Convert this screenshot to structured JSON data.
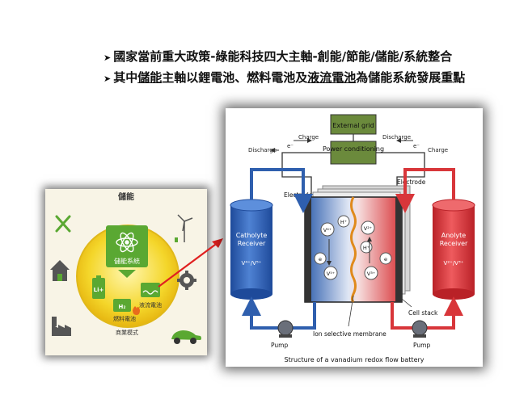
{
  "bullets": {
    "line1": "國家當前重大政策-綠能科技四大主軸-創能/節能/儲能/系統整合",
    "line2_pre": "其中",
    "line2_u1": "儲能",
    "line2_mid": "主軸以鋰電池、燃料電池及",
    "line2_u2": "液流電池",
    "line2_post": "為儲能系統發展重點"
  },
  "left": {
    "title": "儲能",
    "center_label": "儲能系統",
    "li_label": "Li+",
    "h2_label": "H₂",
    "fuel_cell_label": "燃料電池",
    "flow_cell_label": "液流電池",
    "business_label": "商業模式"
  },
  "right": {
    "external_grid": "External grid",
    "power_conditioning": "Power conditioning",
    "discharge_left": "Discharge",
    "charge_left": "Charge",
    "discharge_right": "Discharge",
    "charge_right": "Charge",
    "e_left": "e⁻",
    "e_right": "e⁻",
    "electrode_left": "Electrode",
    "electrode_right": "Electrode",
    "catholyte_line1": "Catholyte",
    "catholyte_line2": "Receiver",
    "catholyte_ions": "V⁴⁺/V⁵⁺",
    "anolyte_line1": "Anolyte",
    "anolyte_line2": "Receiver",
    "anolyte_ions": "V²⁺/V³⁺",
    "v45_top": "V⁴⁺",
    "v45_bottom": "V⁵⁺",
    "h_left": "H⁺",
    "h_right": "H⁺",
    "v23_top": "V²⁺",
    "v23_bottom": "V³⁺",
    "e_cell_left": "e",
    "e_cell_right": "e",
    "cell_stack": "Cell stack",
    "membrane": "Ion selective membrane",
    "pump_left": "Pump",
    "pump_right": "Pump",
    "caption": "Structure of a vanadium redox flow battery"
  },
  "colors": {
    "blue": "#2f5fae",
    "red": "#d8363a",
    "grid_box": "#6b8a3c",
    "yellow": "#f3d21c",
    "green": "#59a531"
  }
}
